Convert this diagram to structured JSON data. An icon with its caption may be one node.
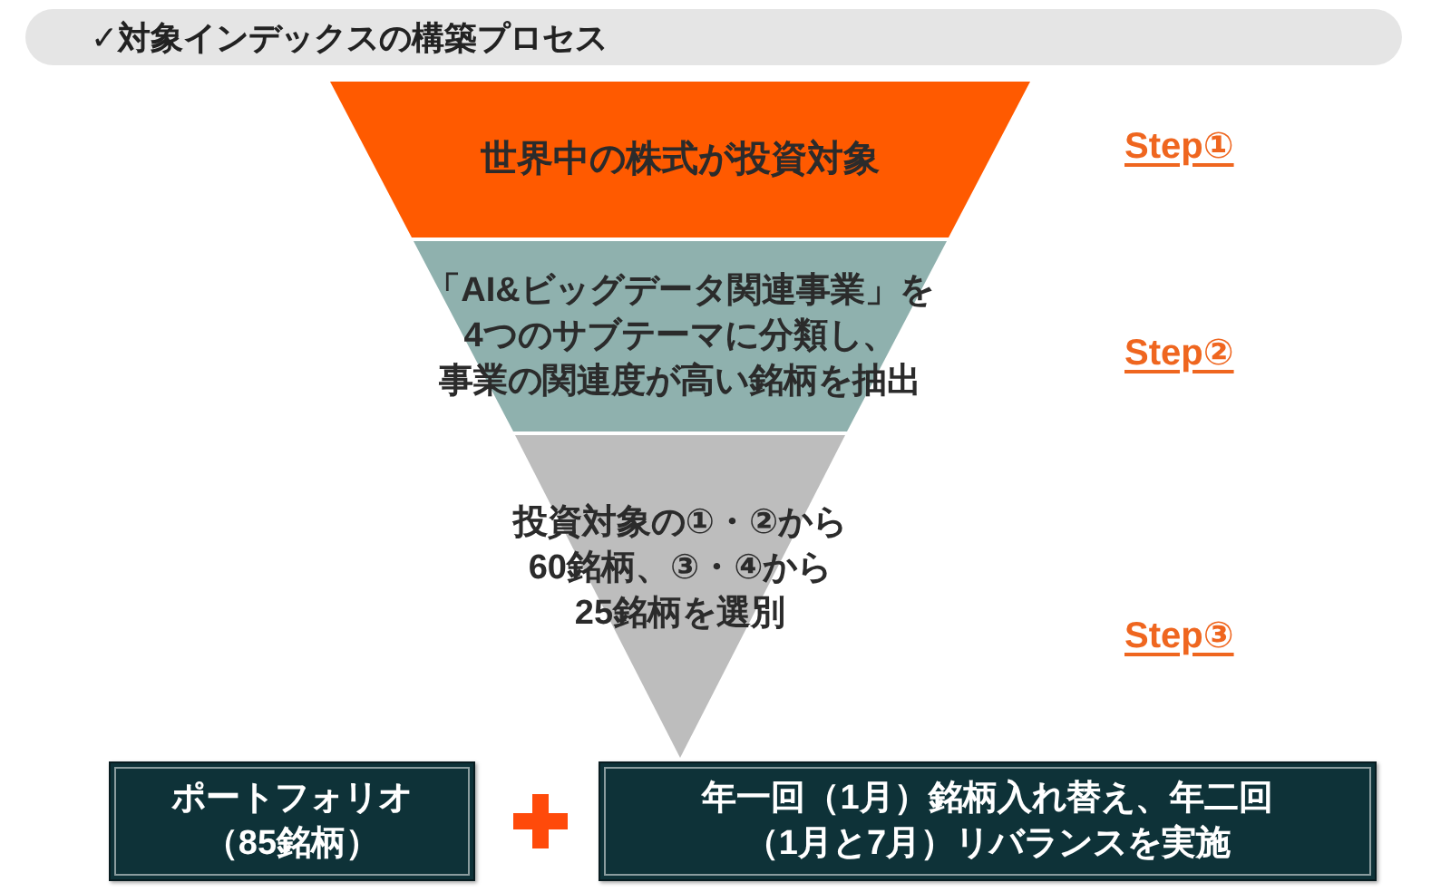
{
  "diagram": {
    "title": "✓対象インデックスの構築プロセス",
    "nodes": [
      {
        "text": [
          "世界中の株式が投資対象"
        ]
      },
      {
        "text": [
          "「AI&ビッグデータ関連事業」を4つのサブテーマに分類し、事業の関連度が高い銘柄を抽出"
        ]
      },
      {
        "text": [
          "投資対象の①・②から60銘柄、③・④から25銘柄を選別"
        ]
      },
      {
        "text": [
          "ポートフォリオ（85銘柄）"
        ]
      },
      {
        "text": [
          "年一回（1月）銘柄入れ替え、年二回（1月と7月）リバランスを実施"
        ]
      }
    ],
    "labels": [
      "Step①",
      "Step②",
      "Step③"
    ]
  }
}
